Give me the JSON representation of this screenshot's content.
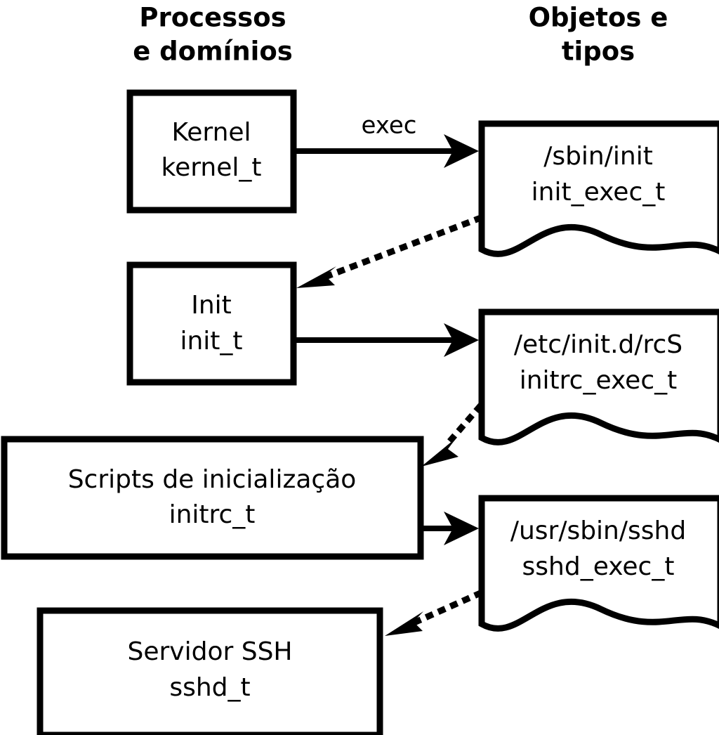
{
  "diagram": {
    "title_left": "Processos\ne domínios",
    "columns": [
      {
        "id": "processes",
        "line1": "Processos",
        "line2": "e domínios"
      },
      {
        "id": "objects",
        "line1": "Objetos e",
        "line2": "tipos"
      }
    ],
    "process_nodes": [
      {
        "id": "kernel",
        "line1": "Kernel",
        "line2": "kernel_t"
      },
      {
        "id": "init",
        "line1": "Init",
        "line2": "init_t"
      },
      {
        "id": "initrc",
        "line1": "Scripts de inicialização",
        "line2": "initrc_t"
      },
      {
        "id": "sshd",
        "line1": "Servidor SSH",
        "line2": "sshd_t"
      }
    ],
    "object_nodes": [
      {
        "id": "init_exec",
        "line1": "/sbin/init",
        "line2": "init_exec_t"
      },
      {
        "id": "initrc_exec",
        "line1": "/etc/init.d/rcS",
        "line2": "initrc_exec_t"
      },
      {
        "id": "sshd_exec",
        "line1": "/usr/sbin/sshd",
        "line2": "sshd_exec_t"
      }
    ],
    "edges": [
      {
        "id": "kernel-exec-init_exec",
        "label": "exec",
        "style": "solid",
        "from": "kernel",
        "to": "init_exec"
      },
      {
        "id": "init_exec-transition-init",
        "label": "",
        "style": "dotted",
        "from": "init_exec",
        "to": "init"
      },
      {
        "id": "init-exec-initrc_exec",
        "label": "",
        "style": "solid",
        "from": "init",
        "to": "initrc_exec"
      },
      {
        "id": "initrc_exec-transition-initrc",
        "label": "",
        "style": "dotted",
        "from": "initrc_exec",
        "to": "initrc"
      },
      {
        "id": "initrc-exec-sshd_exec",
        "label": "",
        "style": "solid",
        "from": "initrc",
        "to": "sshd_exec"
      },
      {
        "id": "sshd_exec-transition-sshd",
        "label": "",
        "style": "dotted",
        "from": "sshd_exec",
        "to": "sshd"
      }
    ],
    "colors": {
      "background": "#ffffff",
      "stroke": "#000000",
      "text": "#000000"
    }
  }
}
